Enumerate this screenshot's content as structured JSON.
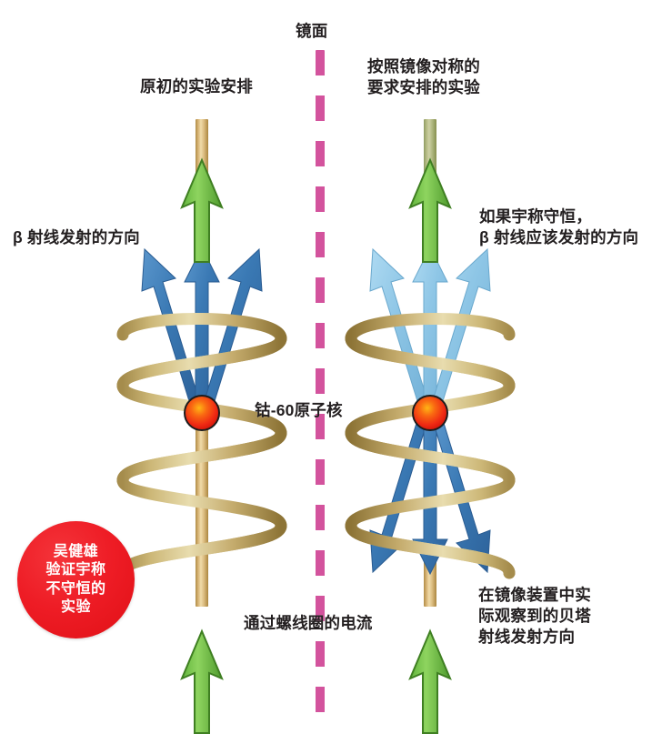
{
  "figure": {
    "title_note": "Wu experiment parity violation diagram",
    "background": "#ffffff"
  },
  "mirror": {
    "label": "镜面",
    "color": "#d3539d",
    "style": "dashed-vertical"
  },
  "panels": {
    "left": {
      "title": "原初的实验安排",
      "beta_label": "β 射线发射的方向",
      "coil_turns": 4,
      "arrow_color": "#3a79b4",
      "beta_direction": "up"
    },
    "right": {
      "title": "按照镜像对称的\n要求安排的实验",
      "beta_expected_label": "如果宇称守恒，\n β 射线应该发射的方向",
      "beta_observed_label": "在镜像装置中实\n际观察到的贝塔\n射线发射方向",
      "coil_turns": 4,
      "arrow_color_expected": "#8ec6e6",
      "arrow_color_observed": "#3a79b4",
      "beta_direction_expected": "up",
      "beta_direction_observed": "down"
    }
  },
  "common": {
    "nucleus_label": "钴-60原子核",
    "current_label": "通过螺线圈的电流",
    "nucleus_color": "#ee2418",
    "coil_color": "#c9b271",
    "rod_color": "#d9b678",
    "current_arrow_color": "#6cbe45"
  },
  "badge": {
    "text": "吴健雄\n验证宇称\n不守恒的\n实验",
    "background": "#ee1c25",
    "text_color": "#ffffff"
  }
}
